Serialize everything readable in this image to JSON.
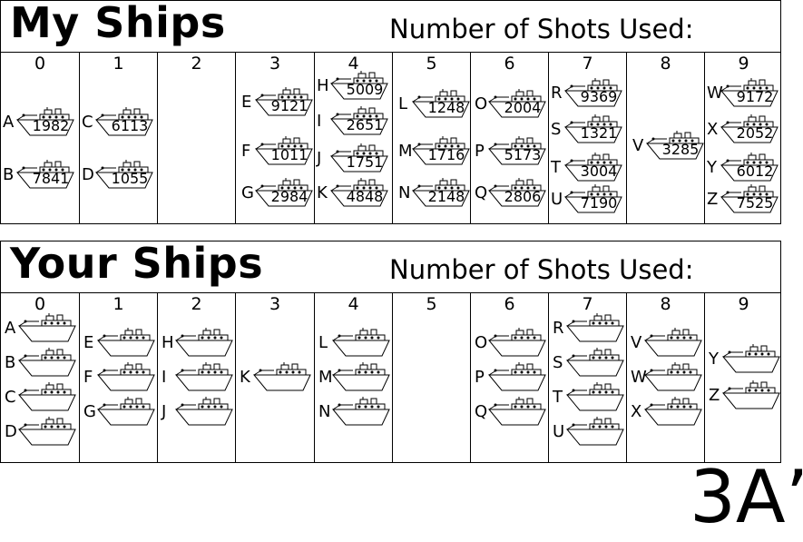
{
  "my_board": {
    "title": "My Ships",
    "shots_label": "Number of Shots Used:",
    "columns": [
      {
        "label": "0",
        "ships": [
          {
            "letter": "A",
            "shots": "1982"
          },
          {
            "letter": "B",
            "shots": "7841"
          }
        ]
      },
      {
        "label": "1",
        "ships": [
          {
            "letter": "C",
            "shots": "6113"
          },
          {
            "letter": "D",
            "shots": "1055"
          }
        ]
      },
      {
        "label": "2",
        "ships": []
      },
      {
        "label": "3",
        "ships": [
          {
            "letter": "E",
            "shots": "9121"
          },
          {
            "letter": "F",
            "shots": "1011"
          },
          {
            "letter": "G",
            "shots": "2984"
          }
        ]
      },
      {
        "label": "4",
        "ships": [
          {
            "letter": "H",
            "shots": "5009"
          },
          {
            "letter": "I",
            "shots": "2651"
          },
          {
            "letter": "J",
            "shots": "1751"
          },
          {
            "letter": "K",
            "shots": "4848"
          }
        ]
      },
      {
        "label": "5",
        "ships": [
          {
            "letter": "L",
            "shots": "1248"
          },
          {
            "letter": "M",
            "shots": "1716"
          },
          {
            "letter": "N",
            "shots": "2148"
          }
        ]
      },
      {
        "label": "6",
        "ships": [
          {
            "letter": "O",
            "shots": "2004"
          },
          {
            "letter": "P",
            "shots": "5173"
          },
          {
            "letter": "Q",
            "shots": "2806"
          }
        ]
      },
      {
        "label": "7",
        "ships": [
          {
            "letter": "R",
            "shots": "9369"
          },
          {
            "letter": "S",
            "shots": "1321"
          },
          {
            "letter": "T",
            "shots": "3004"
          },
          {
            "letter": "U",
            "shots": "7190"
          }
        ]
      },
      {
        "label": "8",
        "ships": [
          {
            "letter": "V",
            "shots": "3285"
          }
        ]
      },
      {
        "label": "9",
        "ships": [
          {
            "letter": "W",
            "shots": "9172"
          },
          {
            "letter": "X",
            "shots": "2052"
          },
          {
            "letter": "Y",
            "shots": "6012"
          },
          {
            "letter": "Z",
            "shots": "7525"
          }
        ]
      }
    ]
  },
  "your_board": {
    "title": "Your Ships",
    "shots_label": "Number of Shots Used:",
    "columns": [
      {
        "label": "0",
        "ships": [
          {
            "letter": "A"
          },
          {
            "letter": "B"
          },
          {
            "letter": "C"
          },
          {
            "letter": "D"
          }
        ]
      },
      {
        "label": "1",
        "ships": [
          {
            "letter": "E"
          },
          {
            "letter": "F"
          },
          {
            "letter": "G"
          }
        ]
      },
      {
        "label": "2",
        "ships": [
          {
            "letter": "H"
          },
          {
            "letter": "I"
          },
          {
            "letter": "J"
          }
        ]
      },
      {
        "label": "3",
        "ships": [
          {
            "letter": "K"
          }
        ]
      },
      {
        "label": "4",
        "ships": [
          {
            "letter": "L"
          },
          {
            "letter": "M"
          },
          {
            "letter": "N"
          }
        ]
      },
      {
        "label": "5",
        "ships": []
      },
      {
        "label": "6",
        "ships": [
          {
            "letter": "O"
          },
          {
            "letter": "P"
          },
          {
            "letter": "Q"
          }
        ]
      },
      {
        "label": "7",
        "ships": [
          {
            "letter": "R"
          },
          {
            "letter": "S"
          },
          {
            "letter": "T"
          },
          {
            "letter": "U"
          }
        ]
      },
      {
        "label": "8",
        "ships": [
          {
            "letter": "V"
          },
          {
            "letter": "W"
          },
          {
            "letter": "X"
          }
        ]
      },
      {
        "label": "9",
        "ships": [
          {
            "letter": "Y"
          },
          {
            "letter": "Z"
          }
        ]
      }
    ]
  },
  "page_tag": "3A’"
}
